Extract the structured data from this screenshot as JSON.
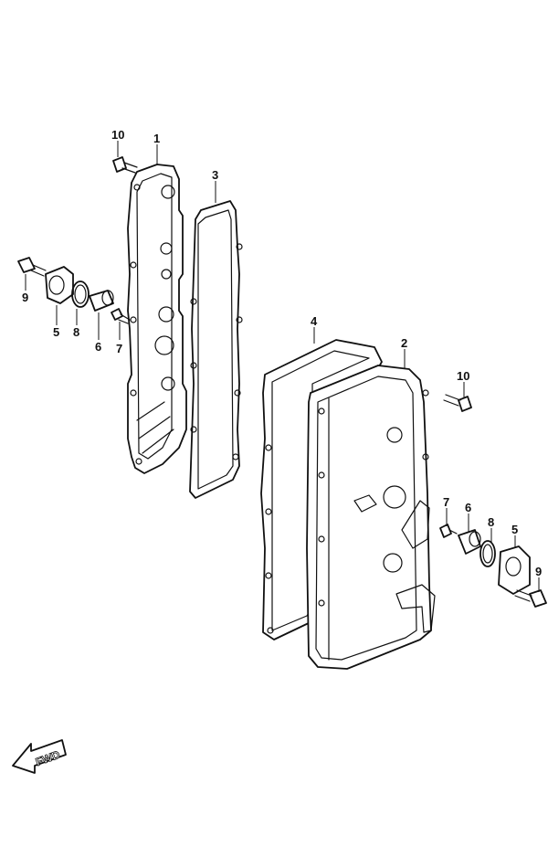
{
  "callouts": [
    {
      "id": "c10a",
      "text": "10"
    },
    {
      "id": "c1",
      "text": "1"
    },
    {
      "id": "c3",
      "text": "3"
    },
    {
      "id": "c9a",
      "text": "9"
    },
    {
      "id": "c5a",
      "text": "5"
    },
    {
      "id": "c8a",
      "text": "8"
    },
    {
      "id": "c6a",
      "text": "6"
    },
    {
      "id": "c7a",
      "text": "7"
    },
    {
      "id": "c4",
      "text": "4"
    },
    {
      "id": "c2",
      "text": "2"
    },
    {
      "id": "c10b",
      "text": "10"
    },
    {
      "id": "c7b",
      "text": "7"
    },
    {
      "id": "c6b",
      "text": "6"
    },
    {
      "id": "c8b",
      "text": "8"
    },
    {
      "id": "c5b",
      "text": "5"
    },
    {
      "id": "c9b",
      "text": "9"
    }
  ],
  "fwd_label": "FWD",
  "icons": {
    "fwd": "fwd-arrow-icon"
  }
}
